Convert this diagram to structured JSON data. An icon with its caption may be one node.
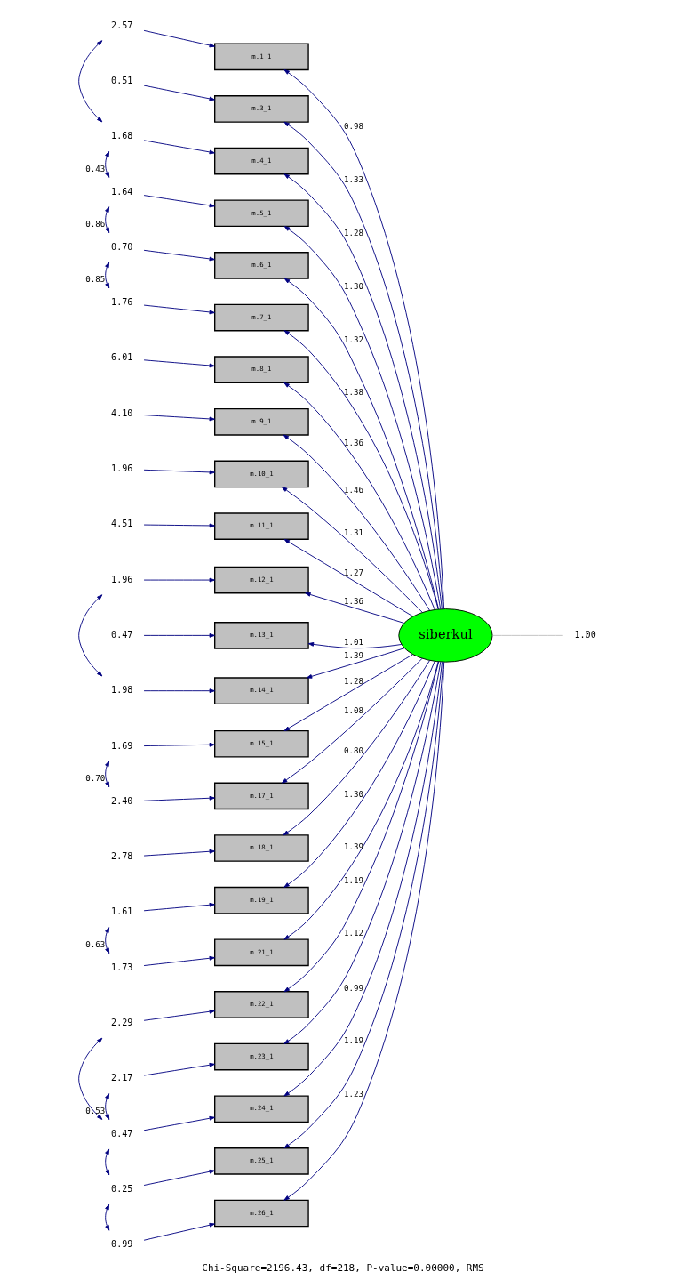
{
  "diagram": {
    "caption": "Chi-Square=2196.43, df=218, P-value=0.00000, RMS",
    "nodes": [
      {
        "text": [
          "siberkul"
        ]
      },
      {
        "text": [
          "m.1_1"
        ]
      },
      {
        "text": [
          "m.3_1"
        ]
      },
      {
        "text": [
          "m.4_1"
        ]
      },
      {
        "text": [
          "m.5_1"
        ]
      },
      {
        "text": [
          "m.6_1"
        ]
      },
      {
        "text": [
          "m.7_1"
        ]
      },
      {
        "text": [
          "m.8_1"
        ]
      },
      {
        "text": [
          "m.9_1"
        ]
      },
      {
        "text": [
          "m.10_1"
        ]
      },
      {
        "text": [
          "m.11_1"
        ]
      },
      {
        "text": [
          "m.12_1"
        ]
      },
      {
        "text": [
          "m.13_1"
        ]
      },
      {
        "text": [
          "m.14_1"
        ]
      },
      {
        "text": [
          "m.15_1"
        ]
      },
      {
        "text": [
          "m.17_1"
        ]
      },
      {
        "text": [
          "m.18_1"
        ]
      },
      {
        "text": [
          "m.19_1"
        ]
      },
      {
        "text": [
          "m.21_1"
        ]
      },
      {
        "text": [
          "m.22_1"
        ]
      },
      {
        "text": [
          "m.23_1"
        ]
      },
      {
        "text": [
          "m.24_1"
        ]
      },
      {
        "text": [
          "m.25_1"
        ]
      },
      {
        "text": [
          "m.26_1"
        ]
      },
      {
        "text": [
          "2.57"
        ]
      },
      {
        "text": [
          "0.51"
        ]
      },
      {
        "text": [
          "1.68"
        ]
      },
      {
        "text": [
          "1.64"
        ]
      },
      {
        "text": [
          "0.70"
        ]
      },
      {
        "text": [
          "1.76"
        ]
      },
      {
        "text": [
          "6.01"
        ]
      },
      {
        "text": [
          "4.10"
        ]
      },
      {
        "text": [
          "1.96"
        ]
      },
      {
        "text": [
          "4.51"
        ]
      },
      {
        "text": [
          "1.96"
        ]
      },
      {
        "text": [
          "0.47"
        ]
      },
      {
        "text": [
          "1.98"
        ]
      },
      {
        "text": [
          "1.69"
        ]
      },
      {
        "text": [
          "2.40"
        ]
      },
      {
        "text": [
          "2.78"
        ]
      },
      {
        "text": [
          "1.61"
        ]
      },
      {
        "text": [
          "1.73"
        ]
      },
      {
        "text": [
          "2.29"
        ]
      },
      {
        "text": [
          "2.17"
        ]
      },
      {
        "text": [
          "0.47"
        ]
      },
      {
        "text": [
          "0.25"
        ]
      },
      {
        "text": [
          "0.99"
        ]
      },
      {
        "text": [
          "1.00"
        ]
      }
    ],
    "edges": [
      {
        "from": 0,
        "to": 1,
        "arrow": "to",
        "label": "0.98"
      },
      {
        "from": 0,
        "to": 2,
        "arrow": "to",
        "label": "1.33"
      },
      {
        "from": 0,
        "to": 3,
        "arrow": "to",
        "label": "1.28"
      },
      {
        "from": 0,
        "to": 4,
        "arrow": "to",
        "label": "1.30"
      },
      {
        "from": 0,
        "to": 5,
        "arrow": "to",
        "label": "1.32"
      },
      {
        "from": 0,
        "to": 6,
        "arrow": "to",
        "label": "1.38"
      },
      {
        "from": 0,
        "to": 7,
        "arrow": "to",
        "label": "1.36"
      },
      {
        "from": 0,
        "to": 8,
        "arrow": "to",
        "label": "1.46"
      },
      {
        "from": 0,
        "to": 9,
        "arrow": "to",
        "label": "1.31"
      },
      {
        "from": 0,
        "to": 10,
        "arrow": "to",
        "label": "1.27"
      },
      {
        "from": 0,
        "to": 11,
        "arrow": "to",
        "label": "1.36"
      },
      {
        "from": 0,
        "to": 12,
        "arrow": "to",
        "label": "1.01"
      },
      {
        "from": 0,
        "to": 13,
        "arrow": "to",
        "label": "1.39"
      },
      {
        "from": 0,
        "to": 14,
        "arrow": "to",
        "label": "1.28"
      },
      {
        "from": 0,
        "to": 15,
        "arrow": "to",
        "label": "1.08"
      },
      {
        "from": 0,
        "to": 16,
        "arrow": "to",
        "label": "0.80"
      },
      {
        "from": 0,
        "to": 17,
        "arrow": "to",
        "label": "1.30"
      },
      {
        "from": 0,
        "to": 18,
        "arrow": "to",
        "label": "1.39"
      },
      {
        "from": 0,
        "to": 19,
        "arrow": "to",
        "label": "1.19"
      },
      {
        "from": 0,
        "to": 20,
        "arrow": "to",
        "label": "1.12"
      },
      {
        "from": 0,
        "to": 21,
        "arrow": "to",
        "label": "0.99"
      },
      {
        "from": 0,
        "to": 22,
        "arrow": "to",
        "label": "1.19"
      },
      {
        "from": 0,
        "to": 23,
        "arrow": "to",
        "label": "1.23"
      },
      {
        "from": 24,
        "to": 1,
        "arrow": "to"
      },
      {
        "from": 25,
        "to": 2,
        "arrow": "to"
      },
      {
        "from": 26,
        "to": 3,
        "arrow": "to"
      },
      {
        "from": 27,
        "to": 4,
        "arrow": "to"
      },
      {
        "from": 28,
        "to": 5,
        "arrow": "to"
      },
      {
        "from": 29,
        "to": 6,
        "arrow": "to"
      },
      {
        "from": 30,
        "to": 7,
        "arrow": "to"
      },
      {
        "from": 31,
        "to": 8,
        "arrow": "to"
      },
      {
        "from": 32,
        "to": 9,
        "arrow": "to"
      },
      {
        "from": 33,
        "to": 10,
        "arrow": "to"
      },
      {
        "from": 34,
        "to": 11,
        "arrow": "to"
      },
      {
        "from": 35,
        "to": 12,
        "arrow": "to"
      },
      {
        "from": 36,
        "to": 13,
        "arrow": "to"
      },
      {
        "from": 37,
        "to": 14,
        "arrow": "to"
      },
      {
        "from": 38,
        "to": 15,
        "arrow": "to"
      },
      {
        "from": 39,
        "to": 16,
        "arrow": "to"
      },
      {
        "from": 40,
        "to": 17,
        "arrow": "to"
      },
      {
        "from": 41,
        "to": 18,
        "arrow": "to"
      },
      {
        "from": 42,
        "to": 19,
        "arrow": "to"
      },
      {
        "from": 43,
        "to": 20,
        "arrow": "to"
      },
      {
        "from": 44,
        "to": 21,
        "arrow": "to"
      },
      {
        "from": 45,
        "to": 22,
        "arrow": "to"
      },
      {
        "from": 46,
        "to": 23,
        "arrow": "to"
      },
      {
        "from": 24,
        "to": 26,
        "arrow": "both"
      },
      {
        "from": 26,
        "to": 27,
        "arrow": "both",
        "label": "0.43"
      },
      {
        "from": 27,
        "to": 28,
        "arrow": "both",
        "label": "0.86"
      },
      {
        "from": 28,
        "to": 29,
        "arrow": "both",
        "label": "0.85"
      },
      {
        "from": 34,
        "to": 36,
        "arrow": "both"
      },
      {
        "from": 37,
        "to": 38,
        "arrow": "both",
        "label": "0.70"
      },
      {
        "from": 40,
        "to": 41,
        "arrow": "both",
        "label": "0.63"
      },
      {
        "from": 42,
        "to": 44,
        "arrow": "both"
      },
      {
        "from": 43,
        "to": 44,
        "arrow": "both",
        "label": "0.53"
      },
      {
        "from": 44,
        "to": 45,
        "arrow": "both"
      },
      {
        "from": 45,
        "to": 46,
        "arrow": "both"
      },
      {
        "from": 0,
        "to": 47,
        "arrow": "none",
        "color": "#c0c0c0"
      }
    ]
  }
}
